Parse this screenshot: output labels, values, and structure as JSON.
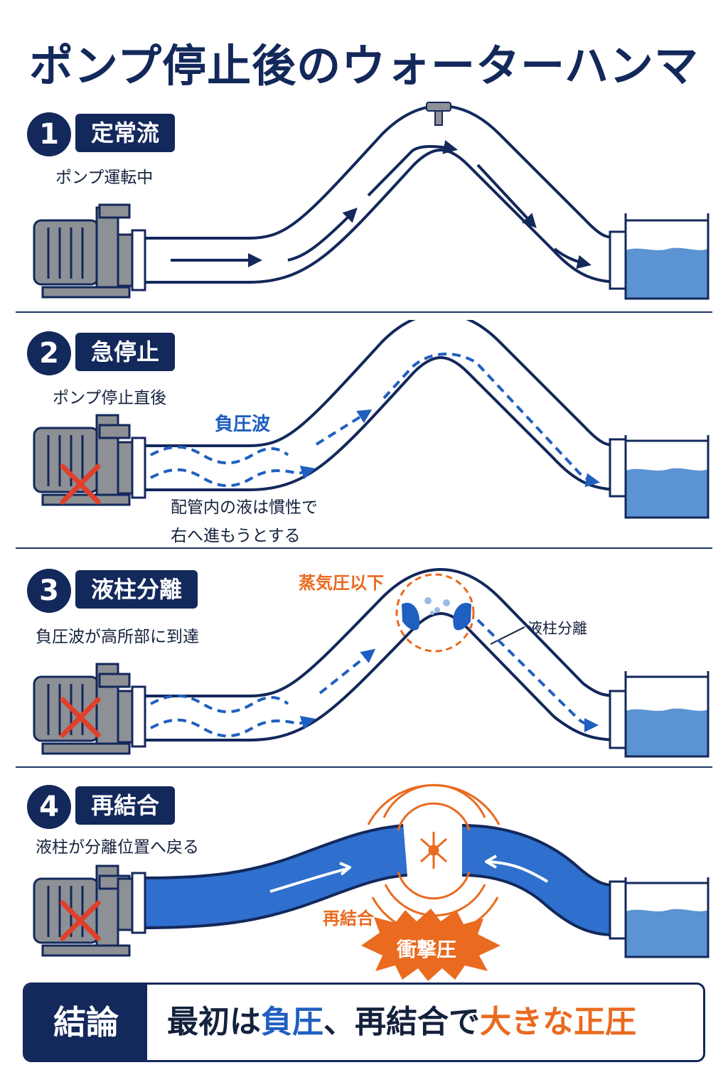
{
  "title": "ポンプ停止後のウォーターハンマ",
  "steps": [
    {
      "number": "1",
      "label": "定常流",
      "subtitle": "ポンプ運転中"
    },
    {
      "number": "2",
      "label": "急停止",
      "subtitle": "ポンプ停止直後",
      "wave_label": "負圧波",
      "note_line1": "配管内の液は慣性で",
      "note_line2": "右へ進もうとする"
    },
    {
      "number": "3",
      "label": "液柱分離",
      "subtitle": "負圧波が高所部に到達",
      "vapor_label": "蒸気圧以下",
      "separation_label": "液柱分離"
    },
    {
      "number": "4",
      "label": "再結合",
      "subtitle": "液柱が分離位置へ戻る",
      "rejoin_label": "再結合",
      "shock_label": "衝撃圧"
    }
  ],
  "conclusion": {
    "tag": "結論",
    "part1": "最初は",
    "part2": "負圧",
    "part3": "、再結合で",
    "part4": "大きな正圧"
  },
  "colors": {
    "navy": "#13285b",
    "blue": "#1f5fbf",
    "orange": "#ea6a1f",
    "water": "#5b93d3",
    "pump_gray": "#8d9095"
  },
  "icons": [
    "pump-icon",
    "stop-x-icon",
    "water-tank-icon",
    "valve-icon",
    "flow-arrow-icon",
    "burst-icon"
  ]
}
